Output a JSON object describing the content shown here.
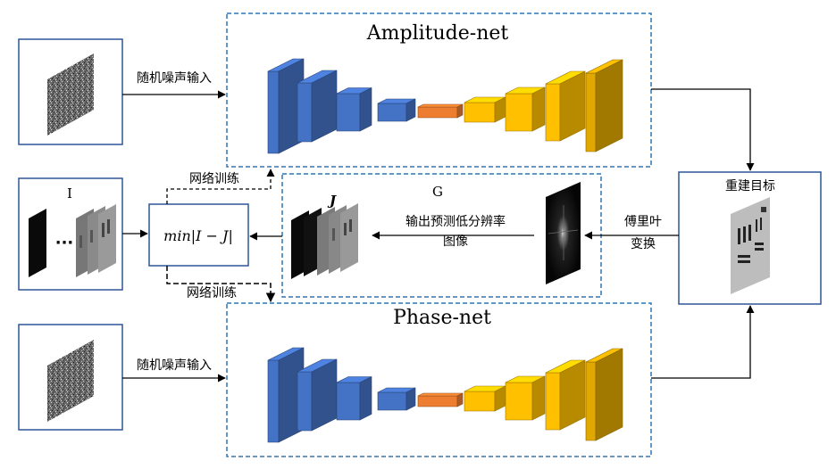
{
  "amplitude_net": {
    "title": "Amplitude-net"
  },
  "phase_net": {
    "title": "Phase-net"
  },
  "noise_input_label_top": "随机噪声输入",
  "noise_input_label_bottom": "随机噪声输入",
  "target": {
    "title": "重建目标"
  },
  "fourier": {
    "line1": "傅里叶",
    "line2": "变换"
  },
  "g_block": {
    "title": "G",
    "output_line1": "输出预测低分辨率",
    "output_line2": "图像",
    "j_label": "J"
  },
  "i_label": "I",
  "dots": "···",
  "loss": {
    "text": "min|I − J|"
  },
  "train_top": "网络训练",
  "train_bottom": "网络训练",
  "colors": {
    "blue": "#4472C4",
    "orange": "#ED7D31",
    "yellow": "#FFC000",
    "gold": "#E0A800",
    "dash_border": "#2E75B6",
    "box_border": "#2F5597"
  }
}
